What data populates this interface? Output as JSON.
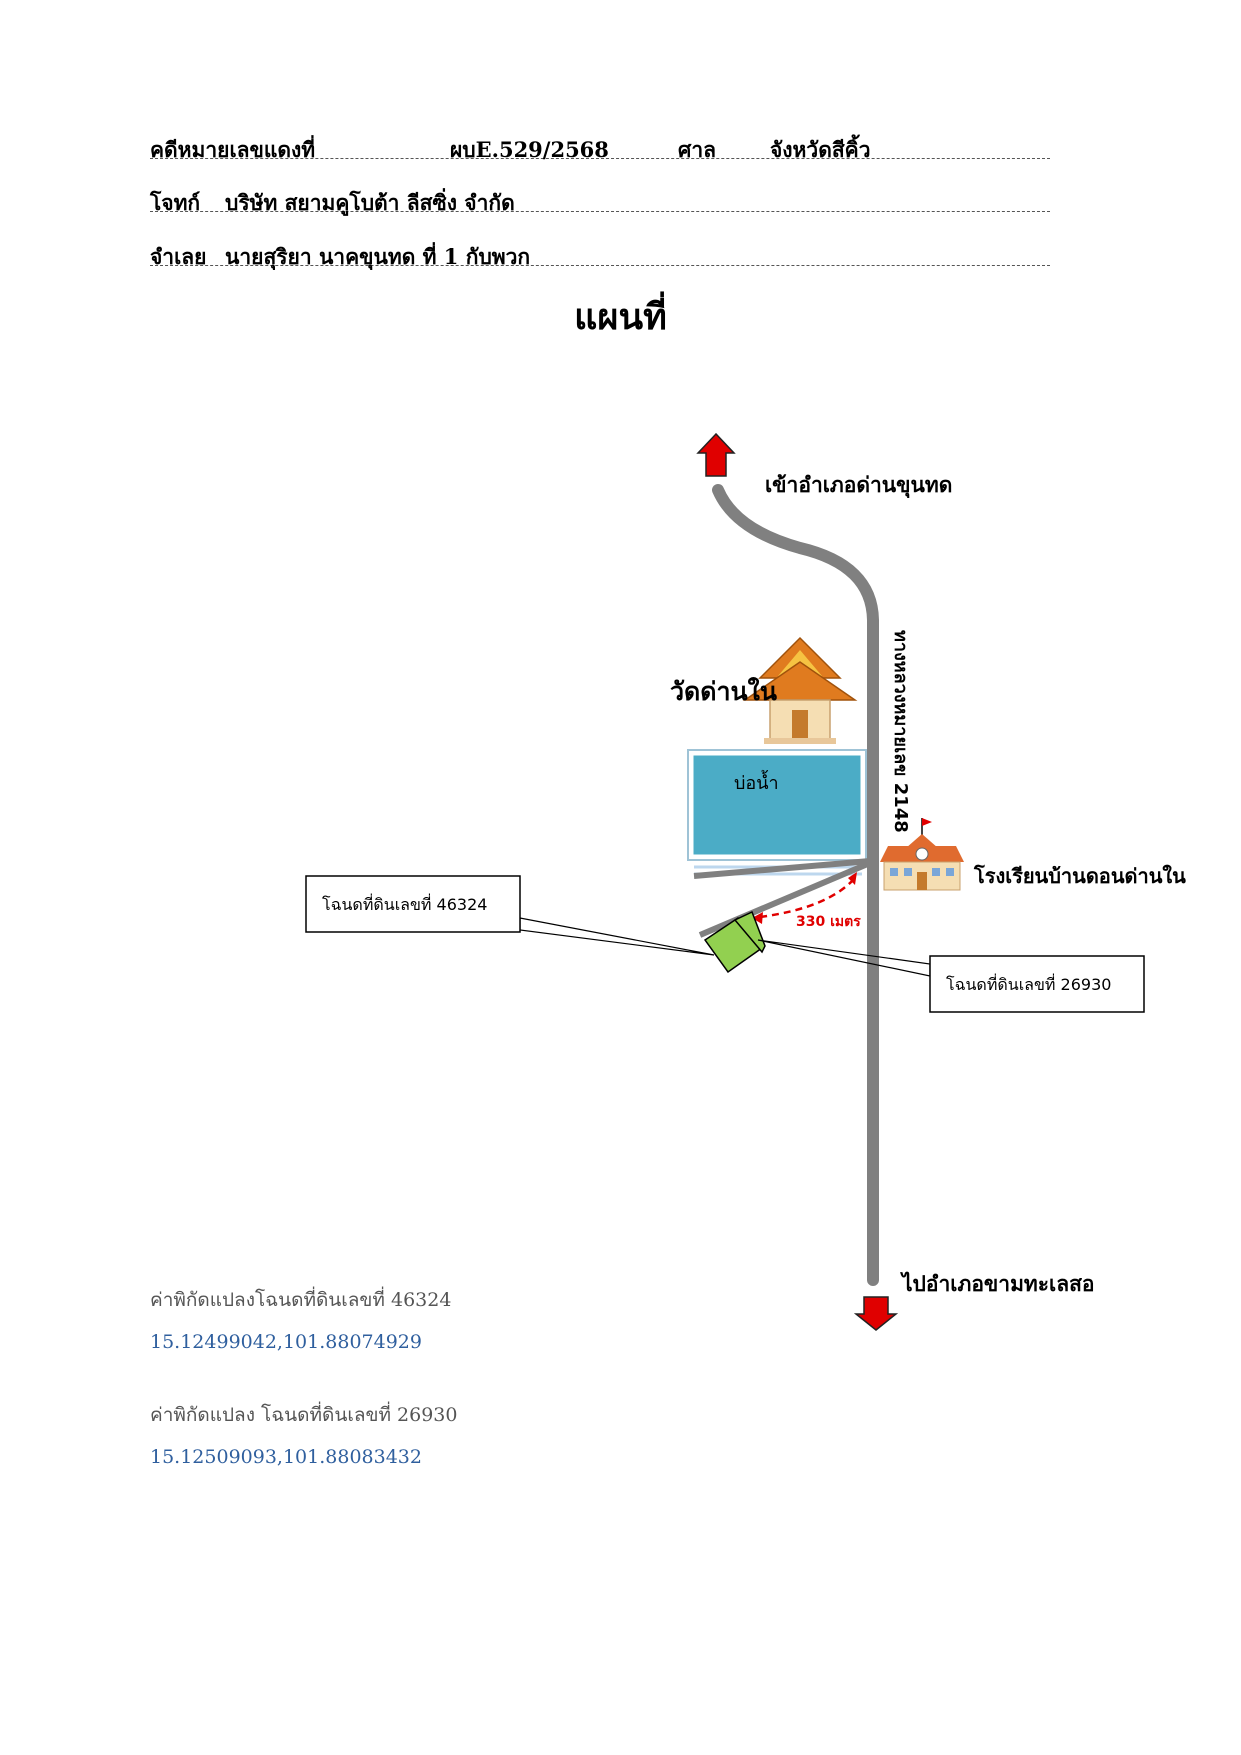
{
  "header": {
    "case_label": "คดีหมายเลขแดงที่",
    "case_number": "ผบE.529/2568",
    "court_label": "ศาล",
    "court_name": "จังหวัดสีคิ้ว",
    "plaintiff_label": "โจทก์",
    "plaintiff_name": "บริษัท สยามคูโบต้า ลีสซิ่ง จำกัด",
    "defendant_label": "จำเลย",
    "defendant_name": "นายสุริยา  นาคขุนทด  ที่ 1  กับพวก"
  },
  "title": "แผนที่",
  "map": {
    "north_destination": "เข้าอำเภอด่านขุนทด",
    "south_destination": "ไปอำเภอขามทะเลสอ",
    "highway_label": "ทางหลวงหมายเลข 2148",
    "temple_label": "วัดด่านใน",
    "pond_label": "บ่อน้ำ",
    "school_label": "โรงเรียนบ้านดอนด่านใน",
    "distance_label": "330 เมตร",
    "deed_46324_label": "โฉนดที่ดินเลขที่ 46324",
    "deed_26930_label": "โฉนดที่ดินเลขที่ 26930",
    "colors": {
      "road": "#808080",
      "arrow": "#e00000",
      "pond": "#4bacc6",
      "plot": "#92d050",
      "distance": "#e00000"
    }
  },
  "coordinates": [
    {
      "label": "ค่าพิกัดแปลงโฉนดที่ดินเลขที่ 46324",
      "value": "15.12499042,101.88074929"
    },
    {
      "label": "ค่าพิกัดแปลง โฉนดที่ดินเลขที่ 26930",
      "value": "15.12509093,101.88083432"
    }
  ]
}
